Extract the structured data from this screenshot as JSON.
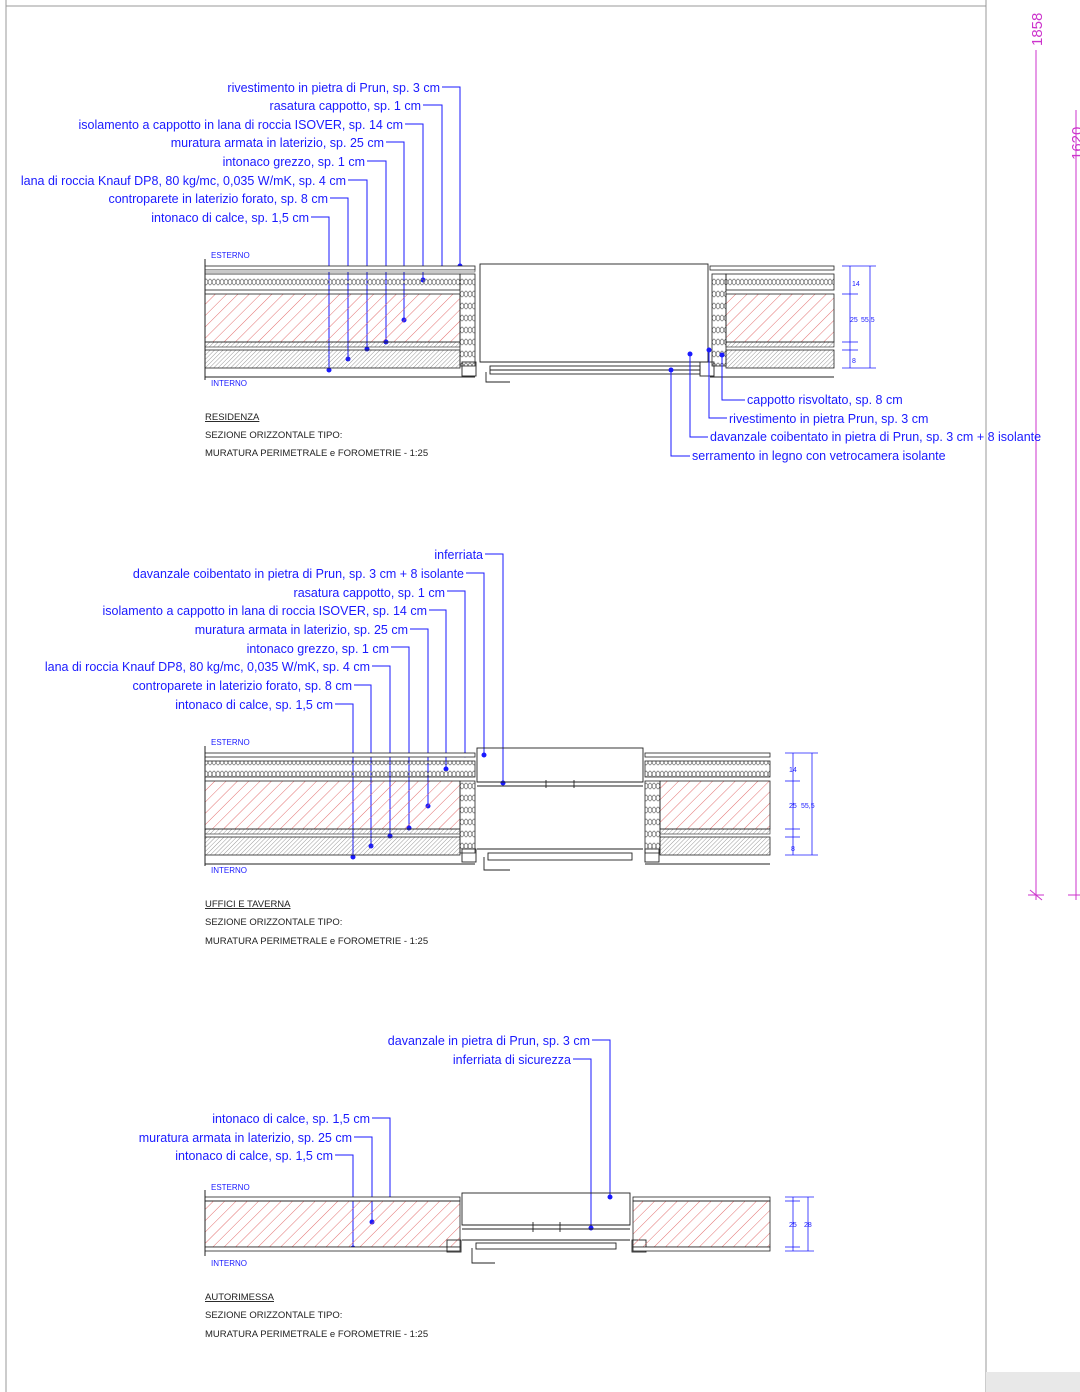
{
  "sections": [
    {
      "id": "residenza",
      "labels": [
        "rivestimento in pietra di Prun, sp. 3 cm",
        "rasatura cappotto, sp. 1 cm",
        "isolamento a cappotto in lana di roccia ISOVER, sp. 14 cm",
        "muratura armata in laterizio, sp. 25 cm",
        "intonaco grezzo, sp. 1 cm",
        "lana di roccia Knauf DP8, 80 kg/mc, 0,035 W/mK, sp. 4 cm",
        "controparete in laterizio forato, sp. 8 cm",
        "intonaco di calce, sp. 1,5 cm"
      ],
      "right_labels": [
        "cappotto risvoltato, sp. 8 cm",
        "rivestimento in pietra Prun, sp. 3 cm",
        "davanzale coibentato in pietra di Prun, sp. 3 cm + 8 isolante",
        "serramento in legno con vetrocamera isolante"
      ],
      "esterno": "ESTERNO",
      "interno": "INTERNO",
      "dims": [
        "14",
        "25",
        "55,5",
        "8"
      ],
      "caption": {
        "title": "RESIDENZA",
        "line1": "SEZIONE ORIZZONTALE TIPO:",
        "line2": "MURATURA PERIMETRALE e FOROMETRIE - 1:25"
      }
    },
    {
      "id": "uffici",
      "labels": [
        "inferriata",
        "davanzale coibentato in pietra di Prun, sp. 3 cm + 8 isolante",
        "rasatura cappotto, sp. 1 cm",
        "isolamento a cappotto in lana di roccia ISOVER, sp. 14 cm",
        "muratura armata in laterizio, sp. 25 cm",
        "intonaco grezzo, sp. 1 cm",
        "lana di roccia Knauf DP8, 80 kg/mc, 0,035 W/mK, sp. 4 cm",
        "controparete in laterizio forato, sp. 8 cm",
        "intonaco di calce, sp. 1,5 cm"
      ],
      "esterno": "ESTERNO",
      "interno": "INTERNO",
      "dims": [
        "14",
        "25",
        "55,5",
        "8"
      ],
      "caption": {
        "title": "UFFICI E TAVERNA",
        "line1": "SEZIONE ORIZZONTALE TIPO:",
        "line2": "MURATURA PERIMETRALE e FOROMETRIE - 1:25"
      }
    },
    {
      "id": "autorimessa",
      "labels_top": [
        "davanzale in pietra di Prun, sp. 3 cm",
        "inferriata di sicurezza"
      ],
      "labels": [
        "intonaco di calce, sp. 1,5 cm",
        "muratura armata in laterizio, sp. 25 cm",
        "intonaco di calce, sp. 1,5 cm"
      ],
      "esterno": "ESTERNO",
      "interno": "INTERNO",
      "dims": [
        "25",
        "28"
      ],
      "caption": {
        "title": "AUTORIMESSA",
        "line1": "SEZIONE ORIZZONTALE TIPO:",
        "line2": "MURATURA PERIMETRALE e FOROMETRIE - 1:25"
      }
    }
  ],
  "side_dims": [
    "1858",
    "1620"
  ],
  "colors": {
    "leader": "#1a1aff",
    "brick_hatch": "#e06060",
    "dimension": "#cc33cc",
    "line": "#222222"
  }
}
